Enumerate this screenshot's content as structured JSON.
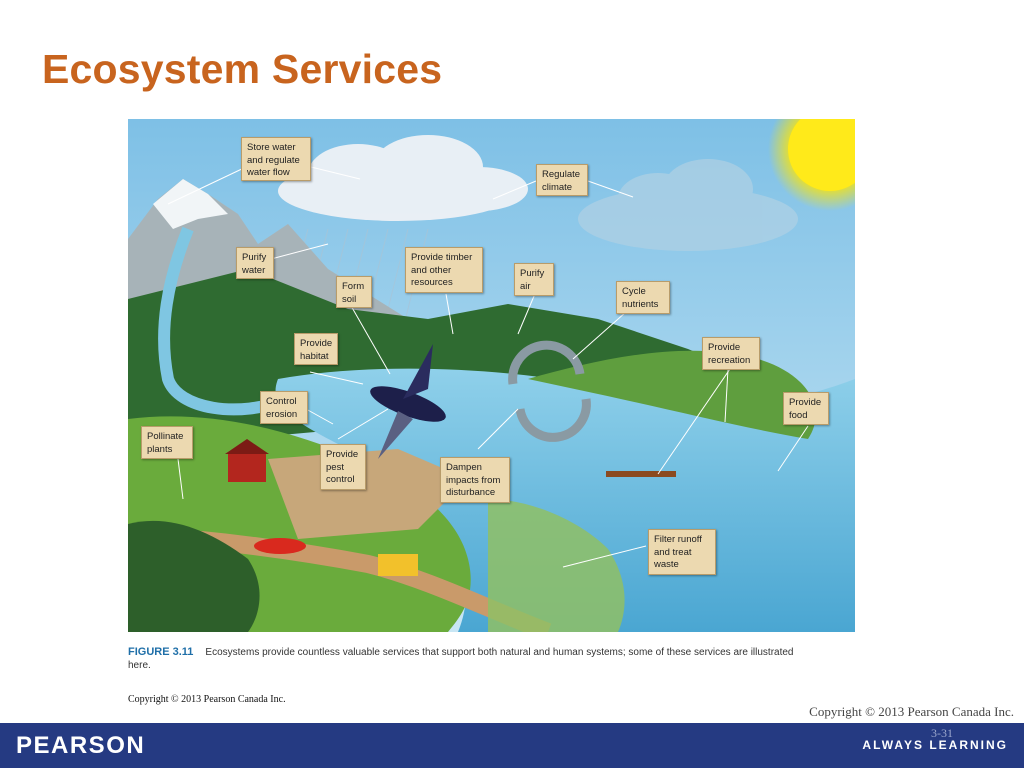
{
  "slide": {
    "title": "Ecosystem Services"
  },
  "figure": {
    "callouts": [
      {
        "id": "store-water",
        "text": "Store water\nand regulate\nwater flow"
      },
      {
        "id": "regulate-climate",
        "text": "Regulate\nclimate"
      },
      {
        "id": "purify-water",
        "text": "Purify\nwater"
      },
      {
        "id": "form-soil",
        "text": "Form\nsoil"
      },
      {
        "id": "provide-timber",
        "text": "Provide timber\nand other\nresources"
      },
      {
        "id": "purify-air",
        "text": "Purify\nair"
      },
      {
        "id": "cycle-nutrients",
        "text": "Cycle\nnutrients"
      },
      {
        "id": "provide-habitat",
        "text": "Provide\nhabitat"
      },
      {
        "id": "provide-recreation",
        "text": "Provide\nrecreation"
      },
      {
        "id": "control-erosion",
        "text": "Control\nerosion"
      },
      {
        "id": "provide-food",
        "text": "Provide\nfood"
      },
      {
        "id": "pollinate-plants",
        "text": "Pollinate\nplants"
      },
      {
        "id": "pest-control",
        "text": "Provide\npest\ncontrol"
      },
      {
        "id": "dampen-impacts",
        "text": "Dampen\nimpacts from\ndisturbance"
      },
      {
        "id": "filter-runoff",
        "text": "Filter runoff\nand treat\nwaste"
      }
    ],
    "caption_label": "FIGURE 3.11",
    "caption_text": "Ecosystems provide countless valuable services that support both natural and human systems; some of these services are illustrated here.",
    "copyright": "Copyright © 2013 Pearson Canada Inc."
  },
  "footer": {
    "copyright": "Copyright © 2013 Pearson Canada Inc.",
    "page_number": "3-31",
    "brand": "PEARSON",
    "tagline": "ALWAYS LEARNING"
  },
  "colors": {
    "title": "#c8641e",
    "footer_bar": "#253a82",
    "callout_fill": "#ecd9b0",
    "caption_label": "#1f6fa8"
  }
}
